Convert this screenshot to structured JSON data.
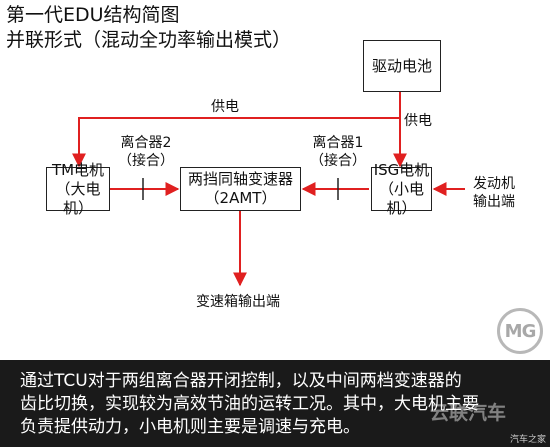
{
  "title": {
    "line1": "第一代EDU结构简图",
    "line2": "并联形式（混动全功率输出模式）"
  },
  "nodes": {
    "battery": "驱动电池",
    "tm_motor": [
      "TM电机",
      "（大电机）"
    ],
    "transmission": [
      "两挡同轴变速器",
      "（2AMT）"
    ],
    "isg_motor": [
      "ISG电机",
      "（小电机）"
    ]
  },
  "labels": {
    "power_supply_left": "供电",
    "power_supply_right": "供电",
    "clutch2": [
      "离合器2",
      "（接合）"
    ],
    "clutch1": [
      "离合器1",
      "（接合）"
    ],
    "engine_output": [
      "发动机",
      "输出端"
    ],
    "gearbox_output": "变速箱输出端"
  },
  "caption": [
    "通过TCU对于两组离合器开闭控制，以及中间两档变速器的",
    "齿比切换，实现较为高效节油的运转工况。其中，大电机主要",
    "负责提供动力，小电机则主要是调速与充电。"
  ],
  "logo_text": "MG",
  "watermark": {
    "main": "云联汽车",
    "small": "汽车之家"
  },
  "colors": {
    "flow_arrow": "#e02020",
    "line": "#222222",
    "caption_bg": "#1a1a1a"
  }
}
